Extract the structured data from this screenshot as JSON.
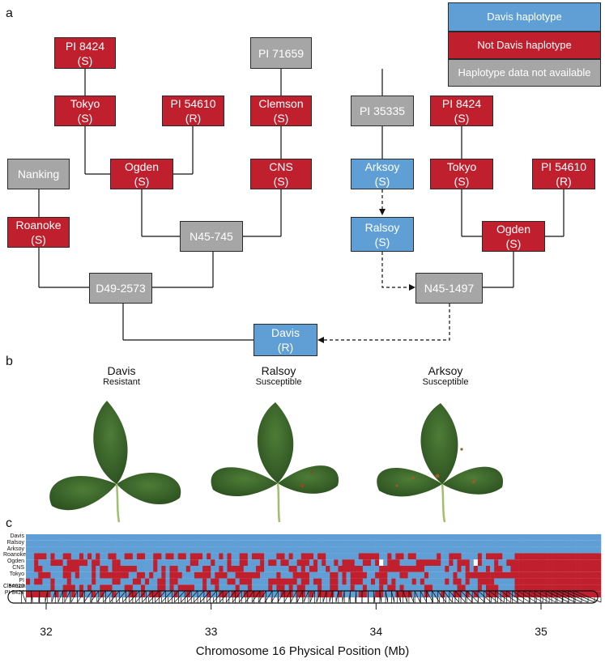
{
  "panels": {
    "a": "a",
    "b": "b",
    "c": "c"
  },
  "legend": {
    "davis": "Davis haplotype",
    "not_davis": "Not Davis haplotype",
    "na": "Haplotype data not available",
    "colors": {
      "davis": "#5f9fd6",
      "not_davis": "#c0202e",
      "na": "#a6a6a6"
    }
  },
  "pedigree": {
    "pi8424_left": {
      "name": "PI 8424",
      "status": "(S)"
    },
    "pi71659": {
      "name": "PI 71659"
    },
    "tokyo_left": {
      "name": "Tokyo",
      "status": "(S)"
    },
    "pi54610_left": {
      "name": "PI 54610",
      "status": "(R)"
    },
    "clemson": {
      "name": "Clemson",
      "status": "(S)"
    },
    "nanking": {
      "name": "Nanking"
    },
    "ogden_left": {
      "name": "Ogden",
      "status": "(S)"
    },
    "cns": {
      "name": "CNS",
      "status": "(S)"
    },
    "roanoke": {
      "name": "Roanoke",
      "status": "(S)"
    },
    "n45745": {
      "name": "N45-745"
    },
    "d492573": {
      "name": "D49-2573"
    },
    "davis": {
      "name": "Davis",
      "status": "(R)"
    },
    "pi35335": {
      "name": "PI 35335"
    },
    "pi8424_right": {
      "name": "PI 8424",
      "status": "(S)"
    },
    "arksoy": {
      "name": "Arksoy",
      "status": "(S)"
    },
    "tokyo_right": {
      "name": "Tokyo",
      "status": "(S)"
    },
    "pi54610_right": {
      "name": "PI 54610",
      "status": "(R)"
    },
    "ralsoy": {
      "name": "Ralsoy",
      "status": "(S)"
    },
    "ogden_right": {
      "name": "Ogden",
      "status": "(S)"
    },
    "n451497": {
      "name": "N45-1497"
    }
  },
  "leaves": [
    {
      "name": "Davis",
      "status": "Resistant"
    },
    {
      "name": "Ralsoy",
      "status": "Susceptible"
    },
    {
      "name": "Arksoy",
      "status": "Susceptible"
    }
  ],
  "haplotype": {
    "accessions": [
      "Davis",
      "Ralsoy",
      "Arksoy",
      "Roanoke",
      "Ogden",
      "CNS",
      "Tokyo",
      "PI 54610",
      "Clemson",
      "PI 8424"
    ]
  },
  "chart_data": {
    "type": "heatmap",
    "xlabel": "Chromosome 16 Physical Position (Mb)",
    "xticks": [
      32,
      33,
      34,
      35
    ],
    "xlim": [
      31.8,
      35.25
    ]
  }
}
